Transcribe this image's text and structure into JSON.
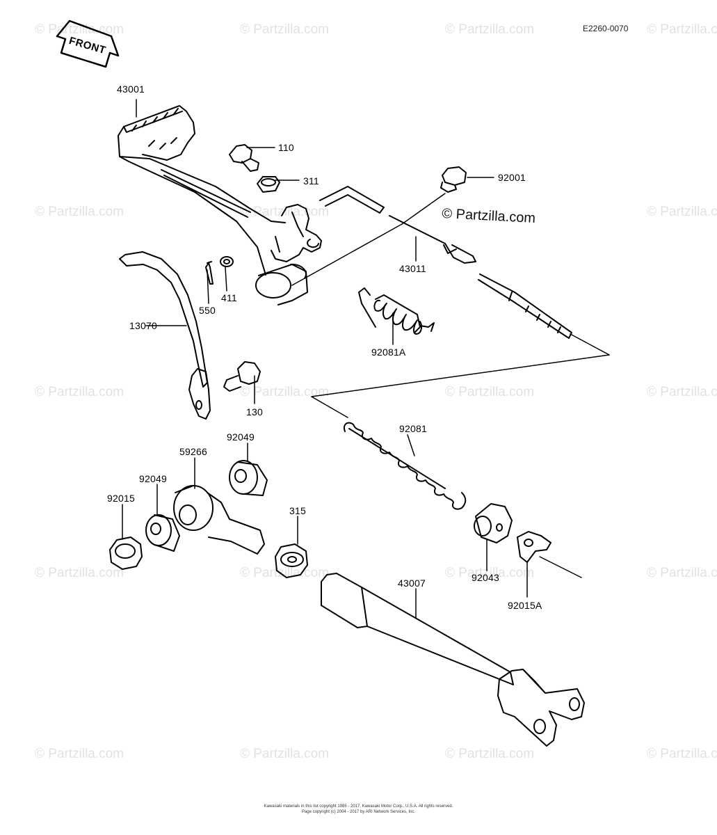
{
  "reference_code": "E2260-0070",
  "front_label": "FRONT",
  "watermark_text": "© Partzilla.com",
  "watermark_main": "© Partzilla.com",
  "parts": {
    "p43001": "43001",
    "p110": "110",
    "p311": "311",
    "p92001": "92001",
    "p550": "550",
    "p411": "411",
    "p43011": "43011",
    "p13070": "13070",
    "p92081A": "92081A",
    "p130": "130",
    "p92081": "92081",
    "p92049a": "92049",
    "p59266": "59266",
    "p92049b": "92049",
    "p92015": "92015",
    "p315": "315",
    "p92043": "92043",
    "p92015A": "92015A",
    "p43007": "43007"
  },
  "footer": {
    "line1": "Kawasaki materials in this list copyright 1985 - 2017, Kawasaki Motor Corp., U.S.A. All rights reserved.",
    "line2": "Page copyright (c) 2004 - 2017 by ARI Network Services, Inc."
  }
}
